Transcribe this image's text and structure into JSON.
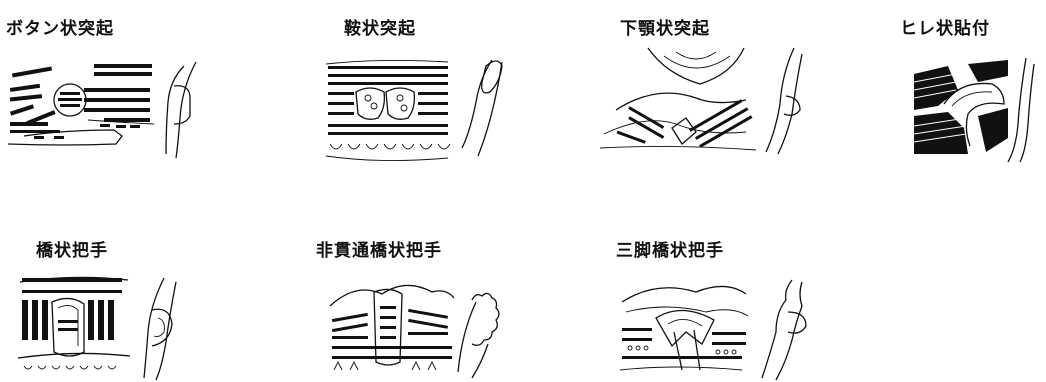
{
  "figures": [
    {
      "label": "ボタン状突起"
    },
    {
      "label": "鞍状突起"
    },
    {
      "label": "下顎状突起"
    },
    {
      "label": "ヒレ状貼付"
    },
    {
      "label": "橋状把手"
    },
    {
      "label": "非貫通橋状把手"
    },
    {
      "label": "三脚橋状把手"
    }
  ]
}
